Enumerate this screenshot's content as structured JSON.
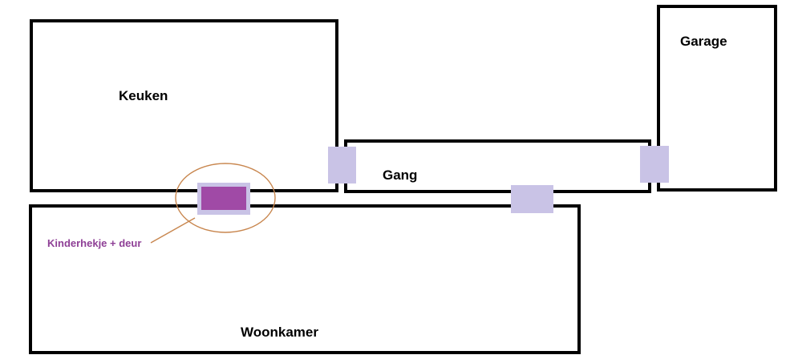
{
  "rooms": {
    "keuken": "Keuken",
    "gang": "Gang",
    "garage": "Garage",
    "woonkamer": "Woonkamer"
  },
  "callout": {
    "label": "Kinderhekje + deur"
  },
  "colors": {
    "wall": "#000000",
    "door": "#c9c3e6",
    "gate": "#a04aa6",
    "gate_frame": "#c9c3e6",
    "callout_line": "#c8864e",
    "callout_text": "#8e3f96"
  }
}
